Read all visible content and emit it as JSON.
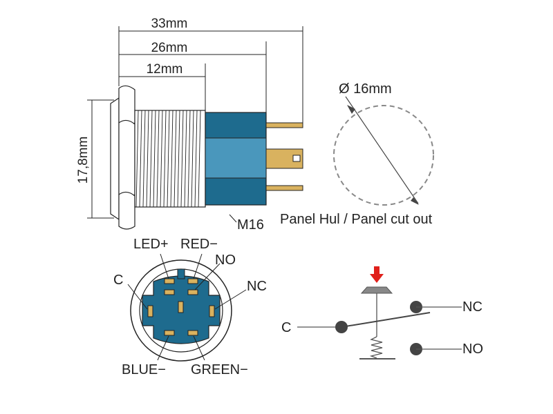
{
  "dimensions": {
    "overall_length": "33mm",
    "body_length": "26mm",
    "thread_length": "12mm",
    "height": "17,8mm"
  },
  "thread_label": "M16",
  "panel": {
    "diameter": "Ø 16mm",
    "caption": "Panel Hul / Panel cut out"
  },
  "pinout": {
    "led_plus": "LED+",
    "red_minus": "RED−",
    "no": "NO",
    "c": "C",
    "nc": "NC",
    "blue_minus": "BLUE−",
    "green_minus": "GREEN−"
  },
  "schematic": {
    "c": "C",
    "nc": "NC",
    "no": "NO"
  },
  "colors": {
    "body_dark": "#1e6b8e",
    "body_light": "#4a97bc",
    "pin_gold": "#d9b25f",
    "actuator_red": "#e0201b",
    "gray": "#555555"
  }
}
